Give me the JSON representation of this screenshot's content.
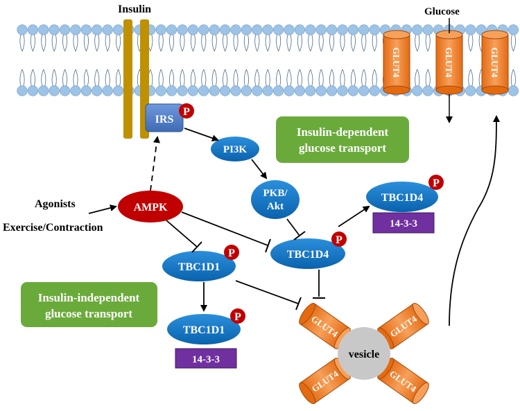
{
  "labels": {
    "insulin": "Insulin",
    "glucose": "Glucose",
    "irs": "IRS",
    "pi3k": "PI3K",
    "pkb_line1": "PKB/",
    "pkb_line2": "Akt",
    "ampk": "AMPK",
    "agonists": "Agonists",
    "exercise": "Exercise/Contraction",
    "tbc1d1": "TBC1D1",
    "tbc1d1_bound": "TBC1D1",
    "tbc1d4": "TBC1D4",
    "tbc1d4_bound": "TBC1D4",
    "protein_1433_a": "14-3-3",
    "protein_1433_b": "14-3-3",
    "phospho": "P",
    "vesicle": "vesicle",
    "glut4": "GLUT4",
    "insulin_dependent_line1": "Insulin-dependent",
    "insulin_dependent_line2": "glucose transport",
    "insulin_independent_line1": "Insulin-independent",
    "insulin_independent_line2": "glucose transport"
  },
  "colors": {
    "blue_protein": "#0b73c4",
    "irs_blue": "#4f7fc9",
    "ampk_red": "#c00000",
    "phospho_red": "#c00000",
    "purple_1433": "#7030a0",
    "green_box": "#6aaa3a",
    "glut4_orange": "#f07c24",
    "insulin_receptor": "#bf9000",
    "lipid_head": "#9dc3e6",
    "vesicle_grey": "#c8c8c8"
  }
}
